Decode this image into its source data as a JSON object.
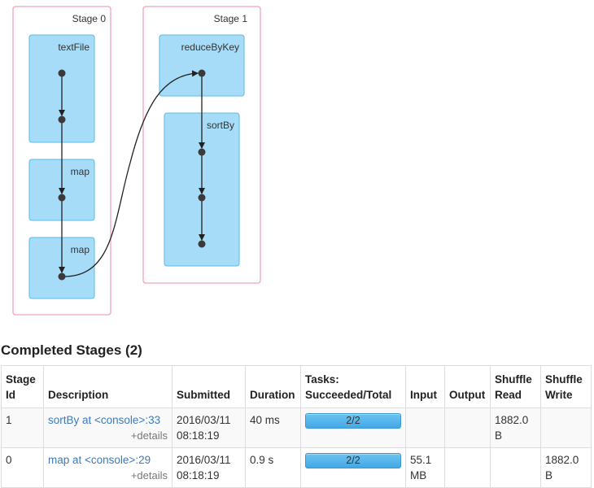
{
  "dag": {
    "stages": [
      {
        "label": "Stage 0",
        "ops": [
          "textFile",
          "map",
          "map"
        ]
      },
      {
        "label": "Stage 1",
        "ops": [
          "reduceByKey",
          "sortBy"
        ]
      }
    ]
  },
  "completed": {
    "title": "Completed Stages (2)",
    "headers": {
      "stage_id": "Stage Id",
      "description": "Description",
      "submitted": "Submitted",
      "duration": "Duration",
      "tasks": "Tasks: Succeeded/Total",
      "input": "Input",
      "output": "Output",
      "shuffle_read": "Shuffle Read",
      "shuffle_write": "Shuffle Write"
    },
    "rows": [
      {
        "stage_id": "1",
        "description": "sortBy at <console>:33",
        "details": "+details",
        "submitted": "2016/03/11 08:18:19",
        "duration": "40 ms",
        "tasks": "2/2",
        "tasks_fraction": 1.0,
        "input": "",
        "output": "",
        "shuffle_read": "1882.0 B",
        "shuffle_write": ""
      },
      {
        "stage_id": "0",
        "description": "map at <console>:29",
        "details": "+details",
        "submitted": "2016/03/11 08:18:19",
        "duration": "0.9 s",
        "tasks": "2/2",
        "tasks_fraction": 1.0,
        "input": "55.1 MB",
        "output": "",
        "shuffle_read": "",
        "shuffle_write": "1882.0 B"
      }
    ]
  }
}
